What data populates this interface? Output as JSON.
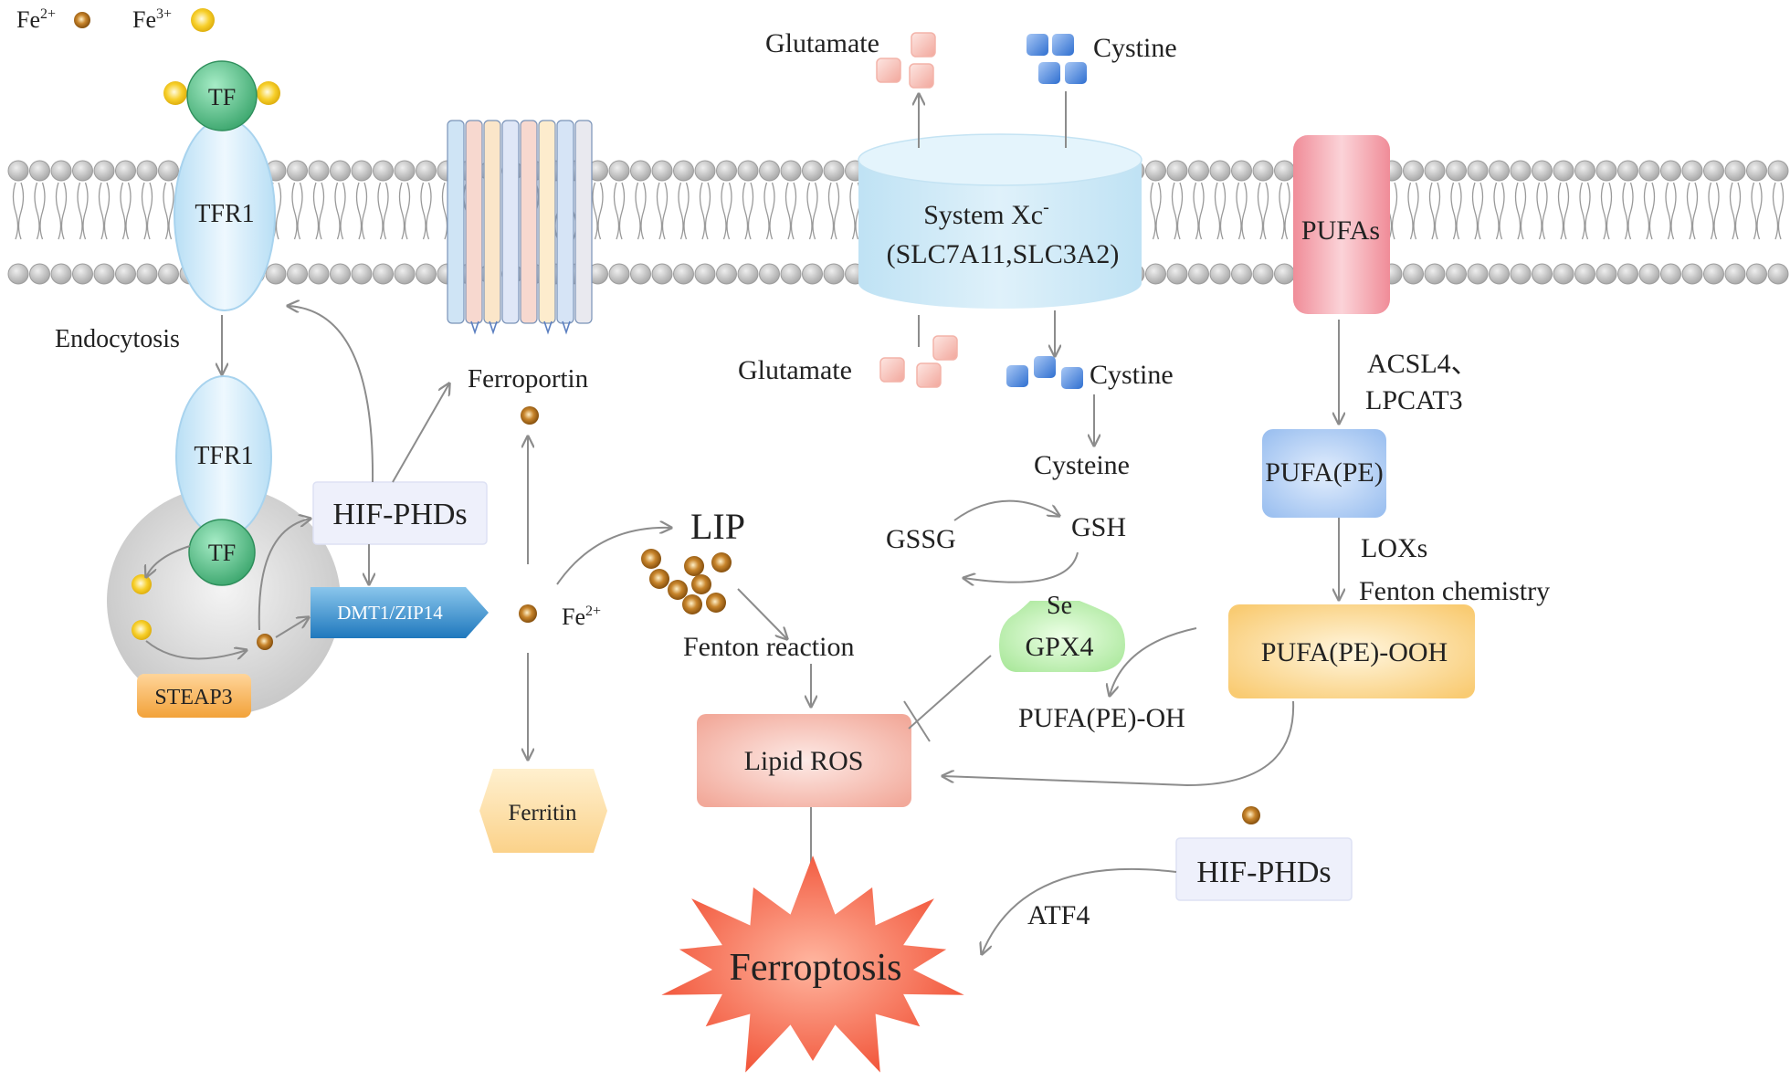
{
  "legend": {
    "fe2": "Fe",
    "fe2_sup": "2+",
    "fe3": "Fe",
    "fe3_sup": "3+"
  },
  "labels": {
    "tf_top": "TF",
    "tfr1_top": "TFR1",
    "endocytosis": "Endocytosis",
    "tfr1_bottom": "TFR1",
    "tf_bottom": "TF",
    "steap3": "STEAP3",
    "hif_left": "HIF-PHDs",
    "dmt1": "DMT1/ZIP14",
    "ferroportin": "Ferroportin",
    "fe2_mid": "Fe",
    "fe2_mid_sup": "2+",
    "ferritin": "Ferritin",
    "lip": "LIP",
    "fenton_reaction": "Fenton reaction",
    "lipid_ros": "Lipid ROS",
    "ferroptosis": "Ferroptosis",
    "glutamate_out": "Glutamate",
    "cystine_out": "Cystine",
    "system_xc_line1": "System Xc",
    "system_xc_sup": "-",
    "system_xc_line2": "(SLC7A11,SLC3A2)",
    "glutamate_in": "Glutamate",
    "cystine_in": "Cystine",
    "cysteine": "Cysteine",
    "gssg": "GSSG",
    "gsh": "GSH",
    "se": "Se",
    "gpx4": "GPX4",
    "pufa_pe_oh": "PUFA(PE)-OH",
    "pufas": "PUFAs",
    "acsl4": "ACSL4、",
    "lpcat3": "LPCAT3",
    "pufa_pe": "PUFA(PE)",
    "loxs": "LOXs",
    "fenton_chemistry": "Fenton chemistry",
    "pufa_pe_ooh": "PUFA(PE)-OOH",
    "hif_right": "HIF-PHDs",
    "atf4": "ATF4"
  },
  "colors": {
    "fe2": "#a0661a",
    "fe3": "#f5c518",
    "tf": "#5cc48c",
    "tfr1": "#cfe9f8",
    "membrane_head": "#b9b9b9",
    "steap3": "#f6b24e",
    "dmt1": "#2d8fd0",
    "hif_box": "#eef0fb",
    "glutamate": "#f4b6ad",
    "cystine": "#4f86dc",
    "system_xc": "#cce8f6",
    "pufas": "#f39aa4",
    "pufa_pe": "#b7d3f7",
    "pufa_pe_ooh": "#fcd98f",
    "gpx4": "#bff0b0",
    "lipid_ros": "#f7bdb0",
    "ferritin": "#fde0a8",
    "ferroptosis": "#f25a40",
    "arrow": "#8c8c8c"
  }
}
